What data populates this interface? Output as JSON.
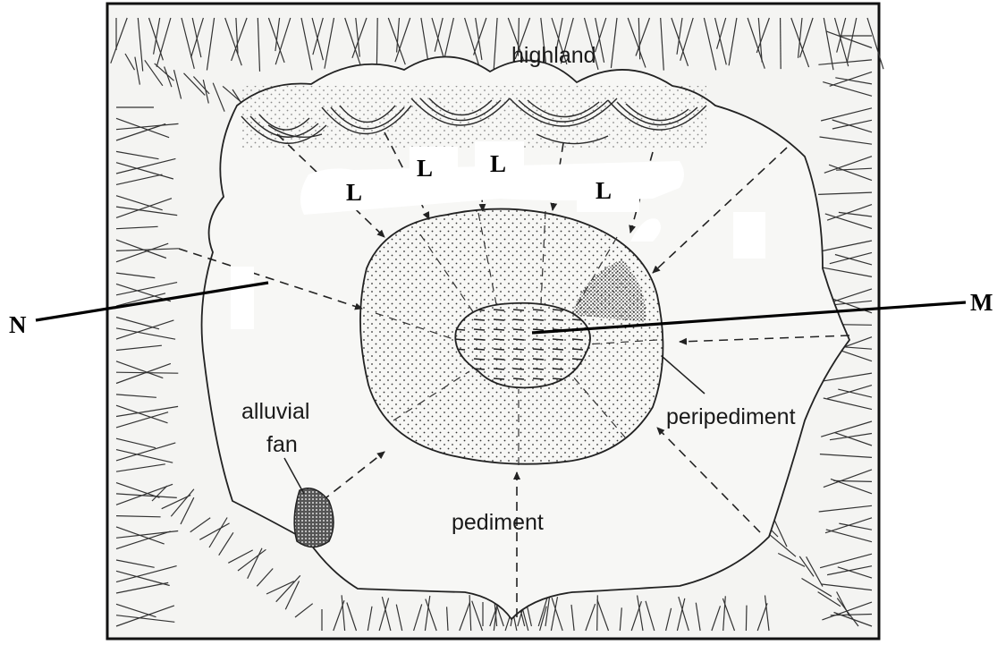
{
  "labels": {
    "highland": "highland",
    "alluvial": "alluvial",
    "fan": "fan",
    "peripediment": "peripediment",
    "pediment": "pediment",
    "N": "N",
    "M": "M",
    "L1": "L",
    "L2": "L",
    "L3": "L",
    "L4": "L"
  },
  "colors": {
    "ink": "#1a1a1a",
    "paper": "#f4f4f2",
    "background": "#ffffff"
  }
}
